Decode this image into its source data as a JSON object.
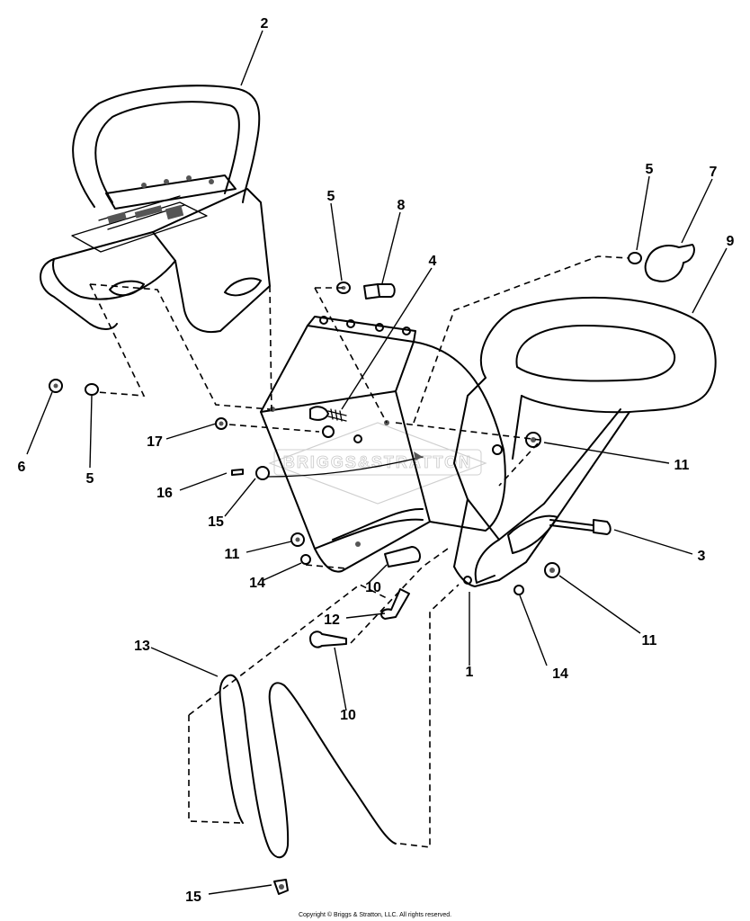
{
  "diagram": {
    "callouts": {
      "c2": "2",
      "c5a": "5",
      "c8": "8",
      "c4": "4",
      "c5b": "5",
      "c7": "7",
      "c9": "9",
      "c6": "6",
      "c5c": "5",
      "c17": "17",
      "c16": "16",
      "c15a": "15",
      "c11a": "11",
      "c11b": "11",
      "c3": "3",
      "c14a": "14",
      "c10a": "10",
      "c12": "12",
      "c13": "13",
      "c10b": "10",
      "c1": "1",
      "c14b": "14",
      "c11c": "11",
      "c15b": "15"
    },
    "watermark": "BRIGGS&STRATTON"
  },
  "footer": {
    "copyright": "Copyright © Briggs & Stratton, LLC. All rights reserved."
  }
}
